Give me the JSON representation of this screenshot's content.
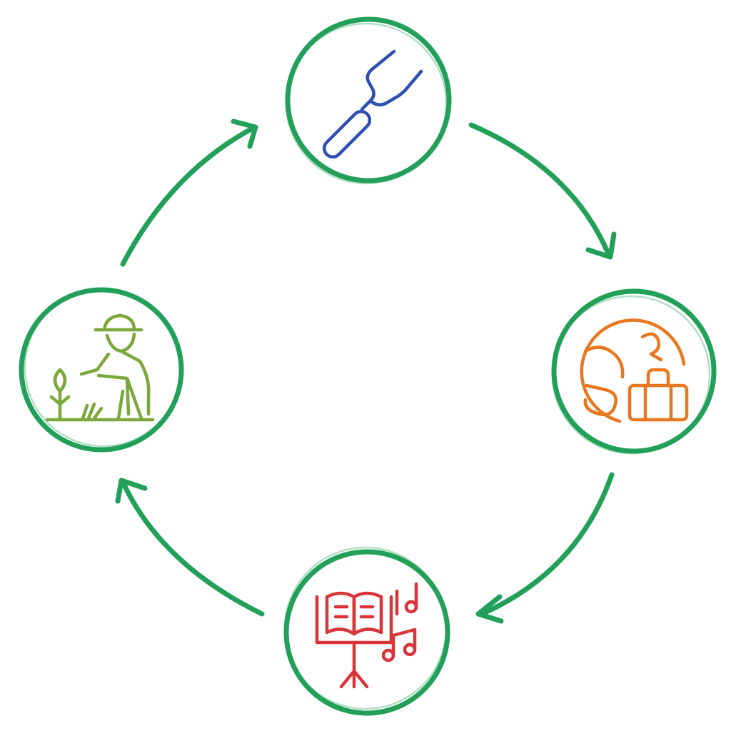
{
  "diagram": {
    "type": "cycle",
    "direction": "clockwise",
    "colors": {
      "ring": "#22a05a",
      "arrow": "#22a05a",
      "background": "#ffffff"
    },
    "nodes": [
      {
        "id": "top",
        "icon": "tuning-fork-icon",
        "color": "#2c4fb0"
      },
      {
        "id": "right",
        "icon": "globe-luggage-icon",
        "color": "#e8771f"
      },
      {
        "id": "bottom",
        "icon": "music-stand-icon",
        "color": "#d9343a"
      },
      {
        "id": "left",
        "icon": "gardener-plants-icon",
        "color": "#7aa83a"
      }
    ],
    "edges": [
      {
        "from": "top",
        "to": "right"
      },
      {
        "from": "right",
        "to": "bottom"
      },
      {
        "from": "bottom",
        "to": "left"
      },
      {
        "from": "left",
        "to": "top"
      }
    ]
  }
}
